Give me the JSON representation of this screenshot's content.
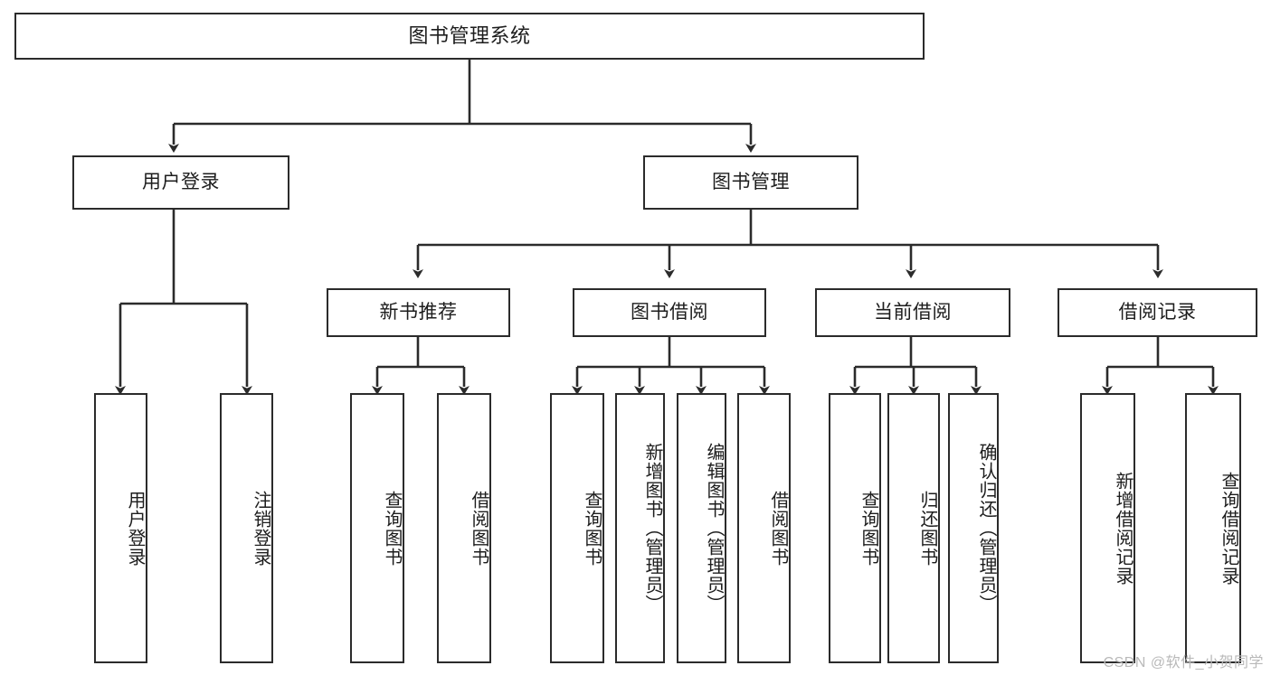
{
  "diagram": {
    "title": "图书管理系统",
    "type": "功能结构图",
    "style": {
      "border_color": "#2b2b2b",
      "fill_color": "#ffffff",
      "text_color": "#1d1d1d",
      "background": "#ffffff",
      "watermark_color": "#b9b9b9"
    },
    "watermark": "CSDN @软件_小贺同学",
    "nodes": {
      "root": {
        "label": "图书管理系统"
      },
      "level2": [
        {
          "id": "user-login",
          "label": "用户登录"
        },
        {
          "id": "book-manage",
          "label": "图书管理"
        }
      ],
      "level3": [
        {
          "id": "new-book-recommend",
          "label": "新书推荐"
        },
        {
          "id": "book-borrow",
          "label": "图书借阅"
        },
        {
          "id": "current-borrow",
          "label": "当前借阅"
        },
        {
          "id": "borrow-record",
          "label": "借阅记录"
        }
      ],
      "leaves": {
        "user_login": [
          {
            "id": "leaf-user-login",
            "label": "用户登录"
          },
          {
            "id": "leaf-logout-login",
            "label": "注销登录"
          }
        ],
        "new_book_recommend": [
          {
            "id": "leaf-query-book-1",
            "label": "查询图书"
          },
          {
            "id": "leaf-borrow-book-1",
            "label": "借阅图书"
          }
        ],
        "book_borrow": [
          {
            "id": "leaf-query-book-2",
            "label": "查询图书"
          },
          {
            "id": "leaf-add-book",
            "label": "新增图书（管理员）"
          },
          {
            "id": "leaf-edit-book",
            "label": "编辑图书（管理员）"
          },
          {
            "id": "leaf-borrow-book-2",
            "label": "借阅图书"
          }
        ],
        "current_borrow": [
          {
            "id": "leaf-query-book-3",
            "label": "查询图书"
          },
          {
            "id": "leaf-return-book",
            "label": "归还图书"
          },
          {
            "id": "leaf-confirm-return",
            "label": "确认归还（管理员）"
          }
        ],
        "borrow_record": [
          {
            "id": "leaf-add-record",
            "label": "新增借阅记录"
          },
          {
            "id": "leaf-query-record",
            "label": "查询借阅记录"
          }
        ]
      }
    }
  }
}
